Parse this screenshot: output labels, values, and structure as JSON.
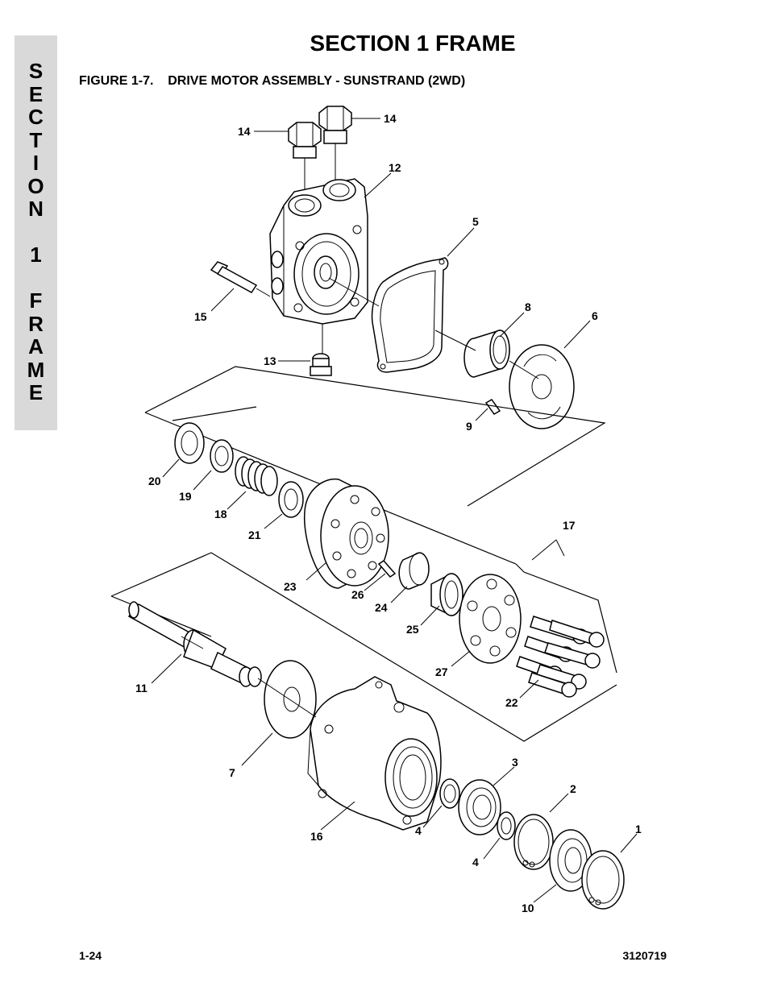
{
  "side_tab": {
    "letters": [
      "S",
      "E",
      "C",
      "T",
      "I",
      "O",
      "N",
      "",
      "1",
      "",
      "F",
      "R",
      "A",
      "M",
      "E"
    ]
  },
  "header": {
    "section_title": "SECTION 1  FRAME",
    "figure_title": "FIGURE 1-7.    DRIVE MOTOR ASSEMBLY - SUNSTRAND (2WD)"
  },
  "callouts": {
    "c14a": "14",
    "c14b": "14",
    "c12": "12",
    "c5": "5",
    "c8": "8",
    "c6": "6",
    "c15": "15",
    "c13": "13",
    "c9": "9",
    "c20": "20",
    "c19": "19",
    "c18": "18",
    "c21": "21",
    "c17": "17",
    "c23": "23",
    "c26": "26",
    "c24": "24",
    "c25": "25",
    "c27": "27",
    "c22": "22",
    "c11": "11",
    "c7": "7",
    "c3": "3",
    "c2": "2",
    "c1": "1",
    "c16": "16",
    "c4a": "4",
    "c4b": "4",
    "c10": "10"
  },
  "footer": {
    "page_number": "1-24",
    "doc_number": "3120719"
  }
}
